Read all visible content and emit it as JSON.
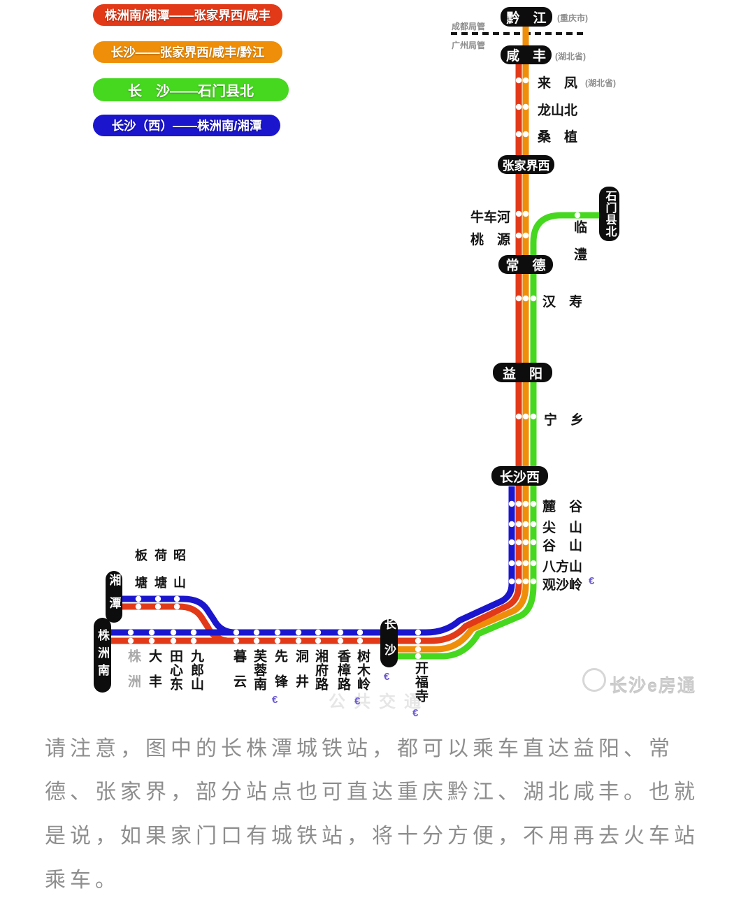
{
  "colors": {
    "line_red": "#E23A18",
    "line_orange": "#EF8E08",
    "line_green": "#46D81F",
    "line_blue": "#1B16CE",
    "pill_bg": "#0D0D0D",
    "dot": "#FFFFFF",
    "divider": "#151515",
    "gray_label": "#8D8D8D",
    "station_text": "#141414",
    "faded_station_text": "#A9A9A9",
    "metro_icon": "#6C5BD0",
    "watermark_text": "#CCCCCC",
    "caption_text": "#8E8E8E"
  },
  "legend": {
    "items": [
      {
        "label": "株洲南/湘潭——张家界西/咸丰"
      },
      {
        "label": "长沙——张家界西/咸丰/黔江"
      },
      {
        "label": "长　沙——石门县北"
      },
      {
        "label": "长沙（西）——株洲南/湘潭"
      }
    ]
  },
  "admin": {
    "chengdu_bureau": "成都局管",
    "guangzhou_bureau": "广州局管"
  },
  "regions": {
    "chongqing": "(重庆市)",
    "hubei_xianfeng": "(湖北省)",
    "hubei_laifeng": "(湖北省)"
  },
  "terminals": {
    "qianjiang": "黔　江",
    "xianfeng": "咸　丰",
    "zhangjiajie_west": "张家界西",
    "changde": "常　德",
    "yiyang": "益　阳",
    "changsha_west": "长沙西",
    "shimen_county_north": "石门县北",
    "xiangtan": "湘潭",
    "zhuzhou_south": "株洲南",
    "changsha": "长沙"
  },
  "stations": {
    "laifeng": "来　凤",
    "longshan_north": "龙山北",
    "sangzhi": "桑　植",
    "niuchehe": "牛车河",
    "taoyuan": "桃　源",
    "linli": "临澧",
    "hanshou": "汉　寿",
    "ningxiang": "宁　乡",
    "lugu": "麓　谷",
    "jianshan": "尖　山",
    "gushan": "谷　山",
    "bafangshan": "八方山",
    "guanshaling": "观沙岭",
    "bantang": "板塘",
    "hetang": "荷塘",
    "zhaoshan": "昭山",
    "zhuzhou": "株洲",
    "dafeng": "大丰",
    "tianxindong": "田心东",
    "jiulangshan": "九郎山",
    "muyun": "暮云",
    "furongnan": "芙蓉南",
    "xianfeng_station": "先锋",
    "dongjing": "洞井",
    "xiangfulu": "湘府路",
    "xiangzhanglu": "香樟路",
    "shumuling": "树木岭",
    "kaifusi": "开福寺"
  },
  "icons": {
    "metro_glyph": "€"
  },
  "watermark": {
    "brand": "长沙e房通",
    "faint": "公共交通"
  },
  "caption": {
    "line1": "请注意，图中的长株潭城铁站，都可以乘车直达益阳、常",
    "line2": "德、张家界，部分站点也可直达重庆黔江、湖北咸丰。也就",
    "line3": "是说，如果家门口有城铁站，将十分方便，不用再去火车站",
    "line4": "乘车。"
  }
}
